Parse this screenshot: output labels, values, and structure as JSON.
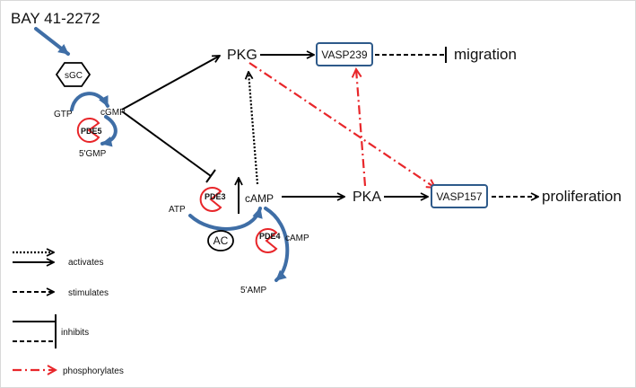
{
  "stimulus": "BAY 41-2272",
  "nodes": {
    "sgc": "sGC",
    "gtp": "GTP",
    "cgmp": "cGMP",
    "pde5": "PDE5",
    "gmp": "5'GMP",
    "pkg": "PKG",
    "vasp239": "VASP239",
    "migration": "migration",
    "atp": "ATP",
    "pde3": "PDE3",
    "camp": "cAMP",
    "ac": "AC",
    "pde4": "PDE4",
    "camp2": "cAMP",
    "amp": "5'AMP",
    "pka": "PKA",
    "vasp157": "VASP157",
    "proliferation": "proliferation"
  },
  "legend": {
    "activates": "activates",
    "stimulates": "stimulates",
    "inhibits": "inhibits",
    "phosphorylates": "phosphorylates"
  },
  "colors": {
    "red": "#e8262a",
    "blue": "#3f6ea6",
    "box_border": "#2e5a8a"
  }
}
